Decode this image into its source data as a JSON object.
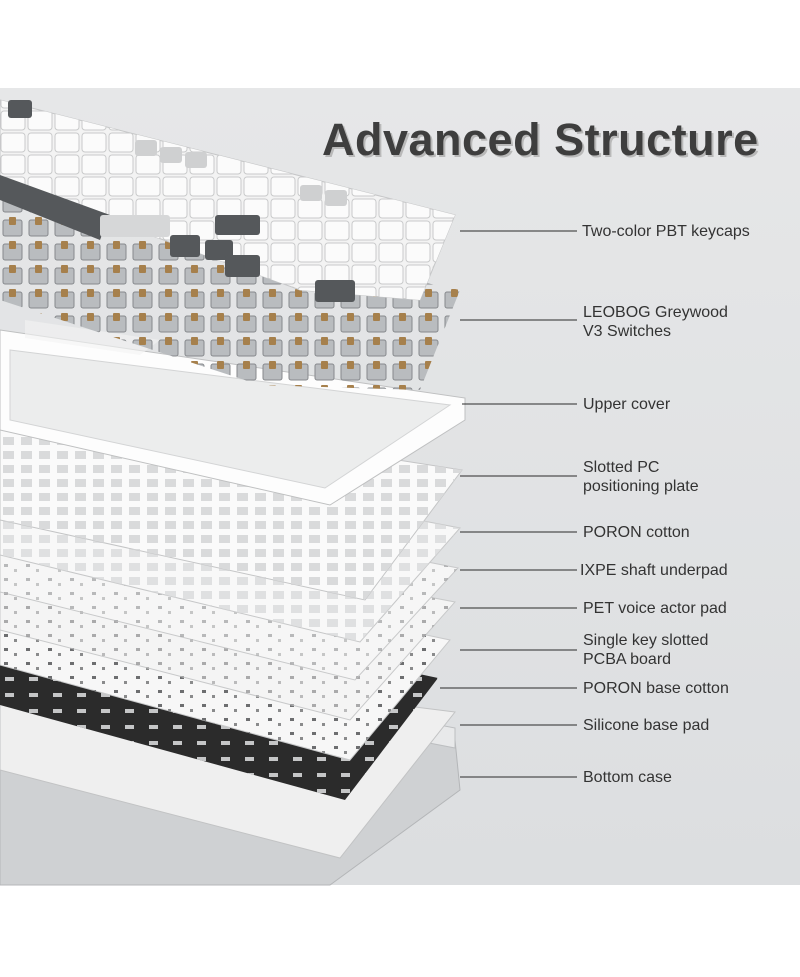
{
  "title": "Advanced Structure",
  "colors": {
    "background": "#dfe1e3",
    "title": "#3e3e3e",
    "label_text": "#333333",
    "leader_line": "#2a2a2a"
  },
  "layers": [
    {
      "line1": "Two-color PBT keycaps",
      "line2": ""
    },
    {
      "line1": "LEOBOG Greywood",
      "line2": "V3 Switches"
    },
    {
      "line1": "Upper cover",
      "line2": ""
    },
    {
      "line1": "Slotted PC",
      "line2": "positioning plate"
    },
    {
      "line1": "PORON cotton",
      "line2": ""
    },
    {
      "line1": "IXPE shaft underpad",
      "line2": ""
    },
    {
      "line1": "PET voice actor pad",
      "line2": ""
    },
    {
      "line1": "Single key slotted",
      "line2": "PCBA board"
    },
    {
      "line1": "PORON base cotton",
      "line2": ""
    },
    {
      "line1": "Silicone base pad",
      "line2": ""
    },
    {
      "line1": "Bottom case",
      "line2": ""
    }
  ]
}
